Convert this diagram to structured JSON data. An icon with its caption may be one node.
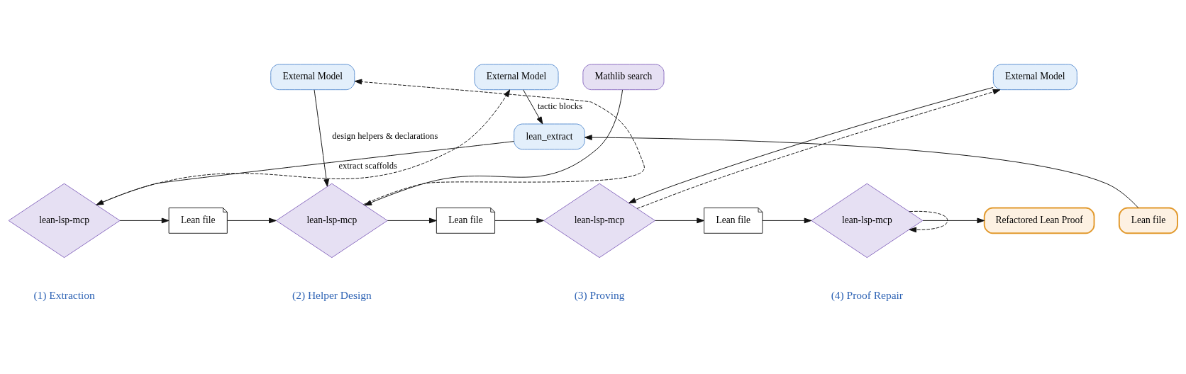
{
  "diagram": {
    "nodes": [
      {
        "text": [
          "External Model"
        ]
      },
      {
        "text": [
          "lean_extract"
        ]
      },
      {
        "text": [
          "Lean file"
        ]
      },
      {
        "text": [
          "lean-lsp-mcp"
        ]
      },
      {
        "text": [
          "Lean file"
        ]
      },
      {
        "text": [
          "External Model"
        ]
      },
      {
        "text": [
          "Mathlib search"
        ]
      },
      {
        "text": [
          "lean-lsp-mcp"
        ]
      },
      {
        "text": [
          "Lean file"
        ]
      },
      {
        "text": [
          "External Model"
        ]
      },
      {
        "text": [
          "lean-lsp-mcp"
        ]
      },
      {
        "text": [
          "Lean file"
        ]
      },
      {
        "text": [
          "lean-lsp-mcp"
        ]
      },
      {
        "text": [
          "Refactored Lean Proof"
        ]
      }
    ],
    "edges": [
      {
        "from": 0,
        "to": 1,
        "arrow": "to",
        "label": "tactic blocks"
      },
      {
        "from": 2,
        "to": 1,
        "arrow": "to"
      },
      {
        "from": 1,
        "to": 3,
        "arrow": "to",
        "label": "extract scaffolds"
      },
      {
        "from": 3,
        "to": 0,
        "arrow": "to",
        "style": "dashed"
      },
      {
        "from": 3,
        "to": 4,
        "arrow": "to"
      },
      {
        "from": 4,
        "to": 7,
        "arrow": "to"
      },
      {
        "from": 5,
        "to": 7,
        "arrow": "to",
        "label": "design helpers & declarations"
      },
      {
        "from": 6,
        "to": 7,
        "arrow": "to"
      },
      {
        "from": 7,
        "to": 5,
        "arrow": "to",
        "style": "dashed"
      },
      {
        "from": 7,
        "to": 8,
        "arrow": "to"
      },
      {
        "from": 8,
        "to": 10,
        "arrow": "to"
      },
      {
        "from": 9,
        "to": 10,
        "arrow": "to"
      },
      {
        "from": 10,
        "to": 9,
        "arrow": "to",
        "style": "dashed"
      },
      {
        "from": 10,
        "to": 11,
        "arrow": "to"
      },
      {
        "from": 11,
        "to": 12,
        "arrow": "to"
      },
      {
        "from": 12,
        "to": 12,
        "arrow": "to",
        "style": "dashed"
      },
      {
        "from": 12,
        "to": 13,
        "arrow": "to"
      }
    ],
    "labels": [
      "(1) Extraction",
      "(2) Helper Design",
      "(3) Proving",
      "(4) Proof Repair"
    ]
  }
}
